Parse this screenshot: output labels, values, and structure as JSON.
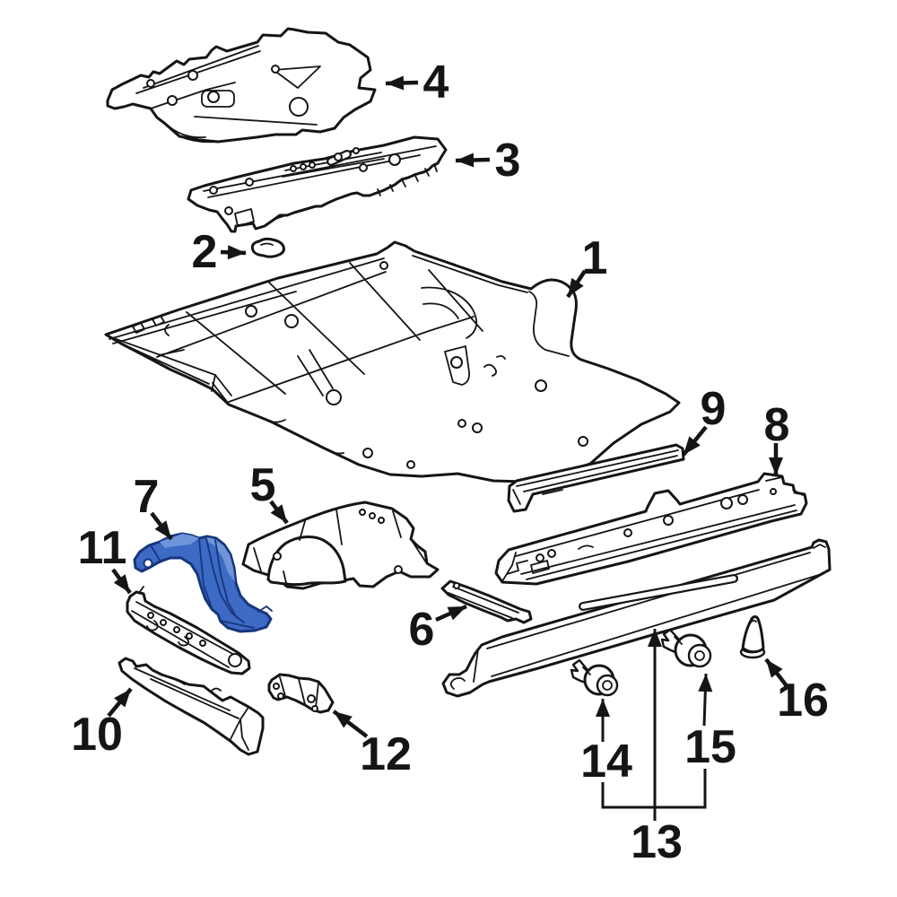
{
  "diagram": {
    "background": "#ffffff",
    "line_color": "#151515",
    "label_color": "#151515",
    "highlight": {
      "fill": "#3d6ac4",
      "fill_light": "#6f94d9",
      "stroke": "#16357d",
      "highlighted_callout": "7"
    },
    "callouts": [
      {
        "label": "1"
      },
      {
        "label": "2"
      },
      {
        "label": "3"
      },
      {
        "label": "4"
      },
      {
        "label": "5"
      },
      {
        "label": "6"
      },
      {
        "label": "7",
        "highlighted": true
      },
      {
        "label": "8"
      },
      {
        "label": "9"
      },
      {
        "label": "10"
      },
      {
        "label": "11"
      },
      {
        "label": "12"
      },
      {
        "label": "13"
      },
      {
        "label": "14"
      },
      {
        "label": "15"
      },
      {
        "label": "16"
      }
    ]
  }
}
